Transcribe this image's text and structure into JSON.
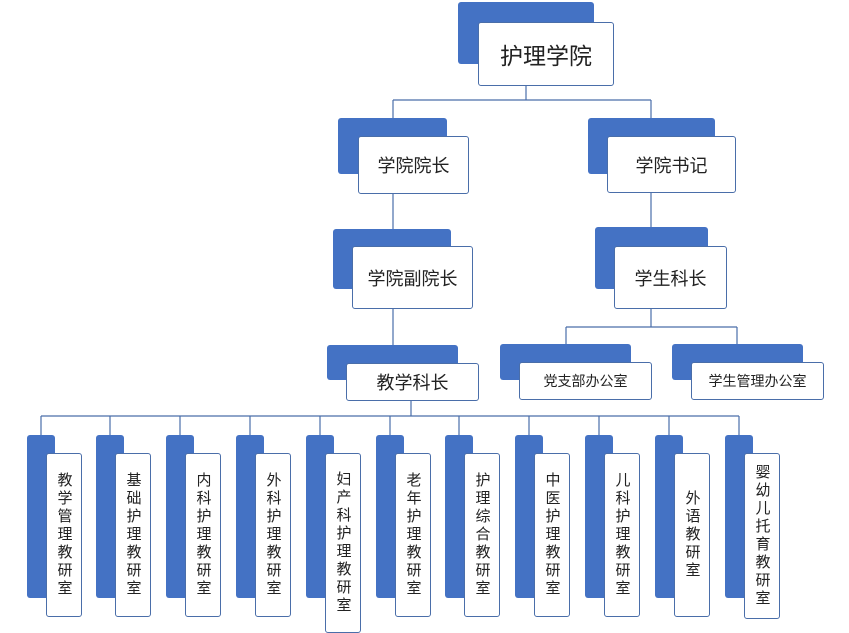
{
  "org_chart": {
    "root": "护理学院",
    "dean": "学院院长",
    "secretary": "学院书记",
    "vice_dean": "学院副院长",
    "student_section_chief": "学生科长",
    "party_branch_office": "党支部办公室",
    "student_management_office": "学生管理办公室",
    "teaching_section_chief": "教学科长",
    "teaching_offices": [
      "教学管理教研室",
      "基础护理教研室",
      "内科护理教研室",
      "外科护理教研室",
      "妇产科护理教研室",
      "老年护理教研室",
      "护理综合教研室",
      "中医护理教研室",
      "儿科护理教研室",
      "外语教研室",
      "婴幼儿托育教研室"
    ]
  },
  "colors": {
    "accent": "#4472c4",
    "border": "#4a6ea9",
    "background": "#ffffff"
  }
}
